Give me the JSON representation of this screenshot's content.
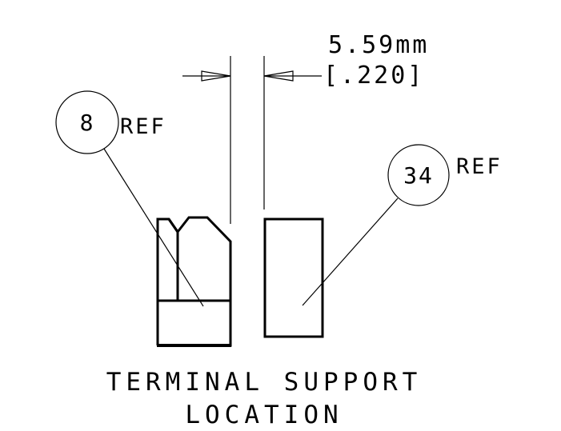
{
  "dimension": {
    "metric": "5.59mm",
    "imperial": "[.220]"
  },
  "balloons": [
    {
      "number": "8",
      "suffix": "REF"
    },
    {
      "number": "34",
      "suffix": "REF"
    }
  ],
  "caption": {
    "line1": "TERMINAL SUPPORT",
    "line2": "LOCATION"
  }
}
